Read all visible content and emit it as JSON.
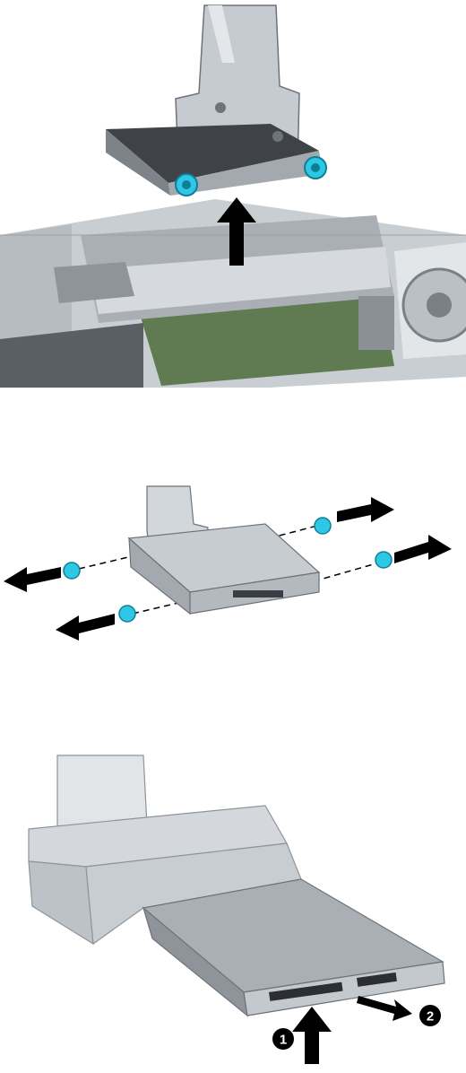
{
  "figures": [
    {
      "id": "figure-1",
      "arrows": [
        "up"
      ]
    },
    {
      "id": "figure-2",
      "arrows": [
        "right",
        "right",
        "left",
        "left"
      ]
    },
    {
      "id": "figure-3",
      "callouts": [
        {
          "label": "1",
          "direction": "up"
        },
        {
          "label": "2",
          "direction": "right-down"
        }
      ]
    }
  ],
  "colors": {
    "metal_light": "#d9dde1",
    "metal_mid": "#aeb4ba",
    "metal_dark": "#6d7379",
    "screw_cyan": "#2ec8e6",
    "arrow": "#000000",
    "board_green": "#4d6b3a"
  }
}
